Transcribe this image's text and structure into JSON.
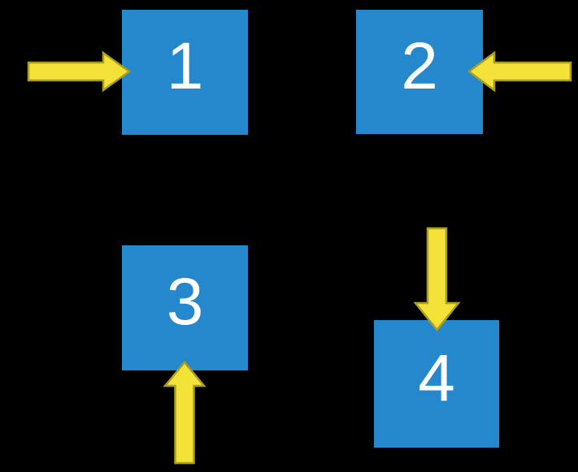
{
  "figure": {
    "boxes": [
      {
        "label": "1",
        "icon": "arrow-right-icon",
        "arrow_direction": "right",
        "arrow_points_from": "left side"
      },
      {
        "label": "2",
        "icon": "arrow-left-icon",
        "arrow_direction": "left",
        "arrow_points_from": "right side"
      },
      {
        "label": "3",
        "icon": "arrow-up-icon",
        "arrow_direction": "up",
        "arrow_points_from": "below"
      },
      {
        "label": "4",
        "icon": "arrow-down-icon",
        "arrow_direction": "down",
        "arrow_points_from": "above"
      }
    ]
  },
  "colors": {
    "background": "#000000",
    "box_fill": "#2688CC",
    "box_label": "#FFFFFF",
    "arrow_fill": "#F3E237",
    "arrow_stroke": "#AB9D1E"
  }
}
